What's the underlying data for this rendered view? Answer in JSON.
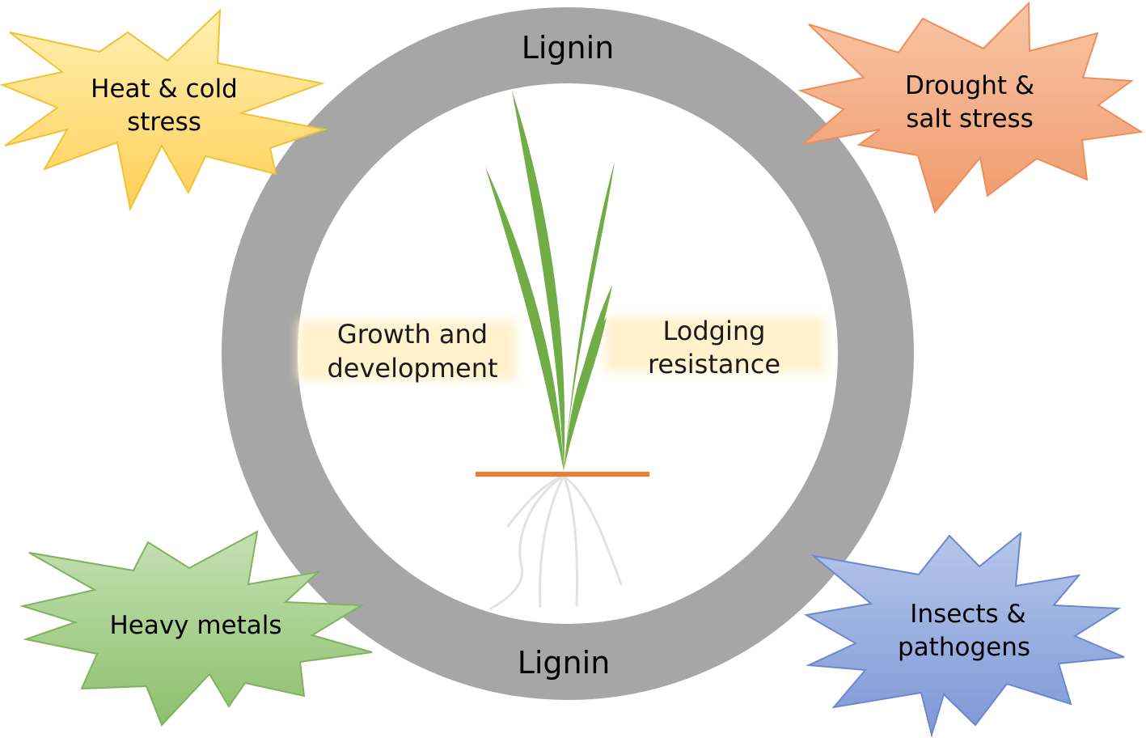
{
  "ring": {
    "label_top": "Lignin",
    "label_bottom": "Lignin",
    "color": "#a6a6a6"
  },
  "center": {
    "left_label": [
      "Growth and",
      "development"
    ],
    "right_label": [
      "Lodging",
      "resistance"
    ],
    "highlight_color": "#fff2cc",
    "plant_color": "#70ad47",
    "soil_line_color": "#ed7d31",
    "root_color": "#e4e4e4"
  },
  "stresses": {
    "heat_cold": {
      "lines": [
        "Heat & cold",
        "stress"
      ],
      "color": "#ffd966",
      "stroke": "#f4c542"
    },
    "drought_salt": {
      "lines": [
        "Drought &",
        "salt stress"
      ],
      "color": "#f4b183",
      "stroke": "#f08a55"
    },
    "heavy_metals": {
      "lines": [
        "Heavy metals"
      ],
      "color": "#a9d18e",
      "stroke": "#86b866"
    },
    "insects_pathogens": {
      "lines": [
        "Insects &",
        "pathogens"
      ],
      "color": "#8faadc",
      "stroke": "#6a8ad0"
    }
  }
}
